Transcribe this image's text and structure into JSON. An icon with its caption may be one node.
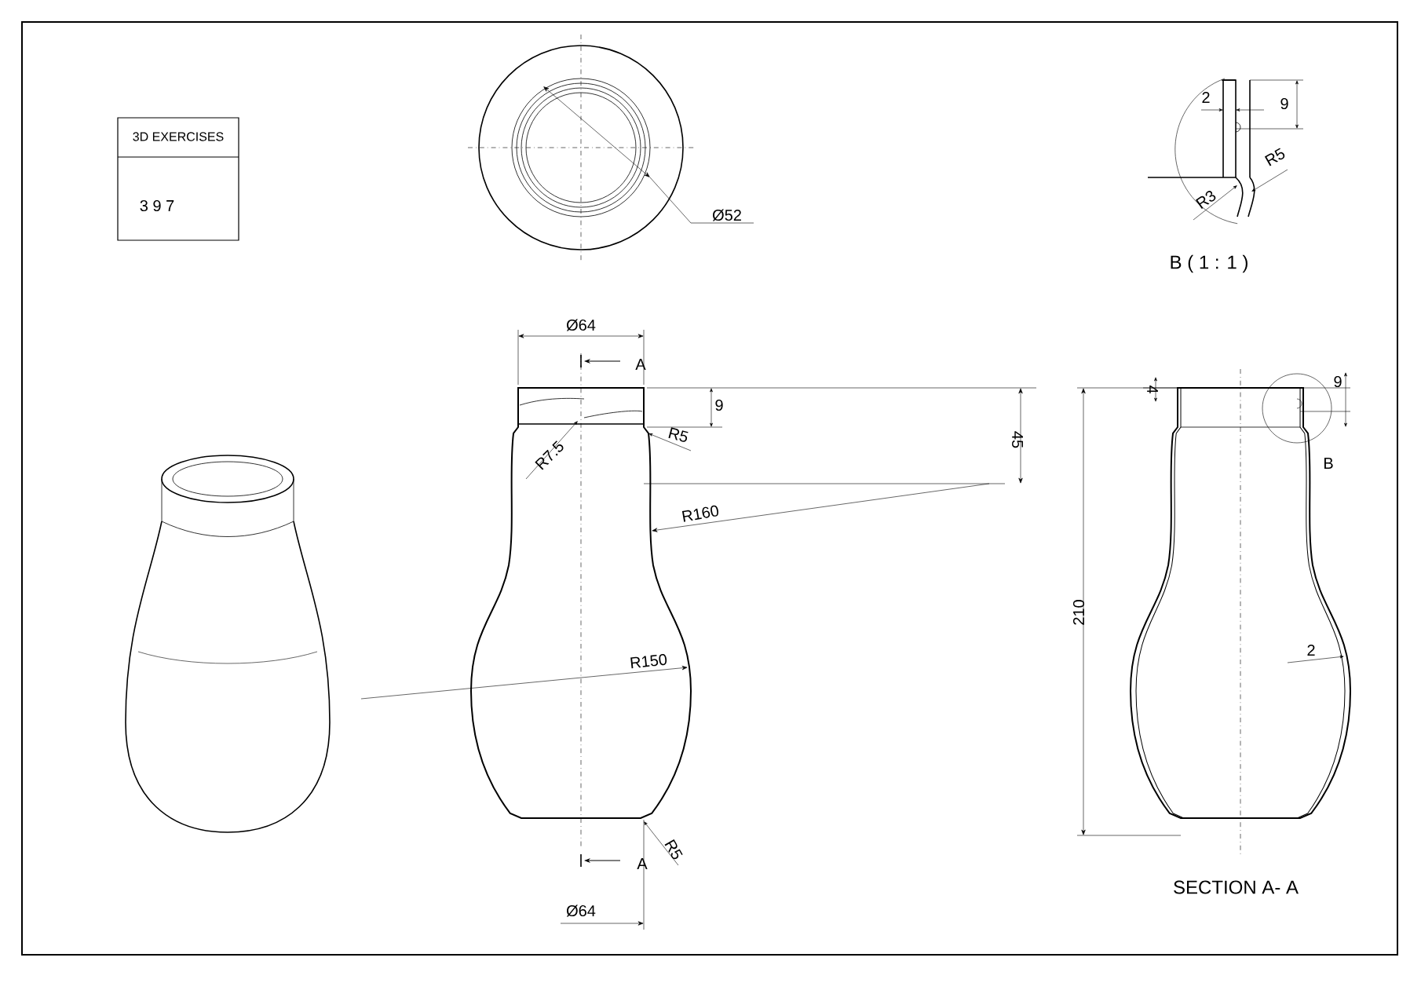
{
  "diagram": {
    "nodes": [
      {
        "text": [
          "3D EXERCISES",
          "3 9 7"
        ]
      }
    ],
    "labels": [
      "Ø52",
      "2",
      "9",
      "R5",
      "R3",
      "B ( 1 : 1 )",
      "Ø64",
      "A",
      "9",
      "R5",
      "R7.5",
      "45",
      "R160",
      "R150",
      "R5",
      "A",
      "Ø64",
      "4",
      "9",
      "B",
      "210",
      "2",
      "SECTION A- A"
    ]
  }
}
